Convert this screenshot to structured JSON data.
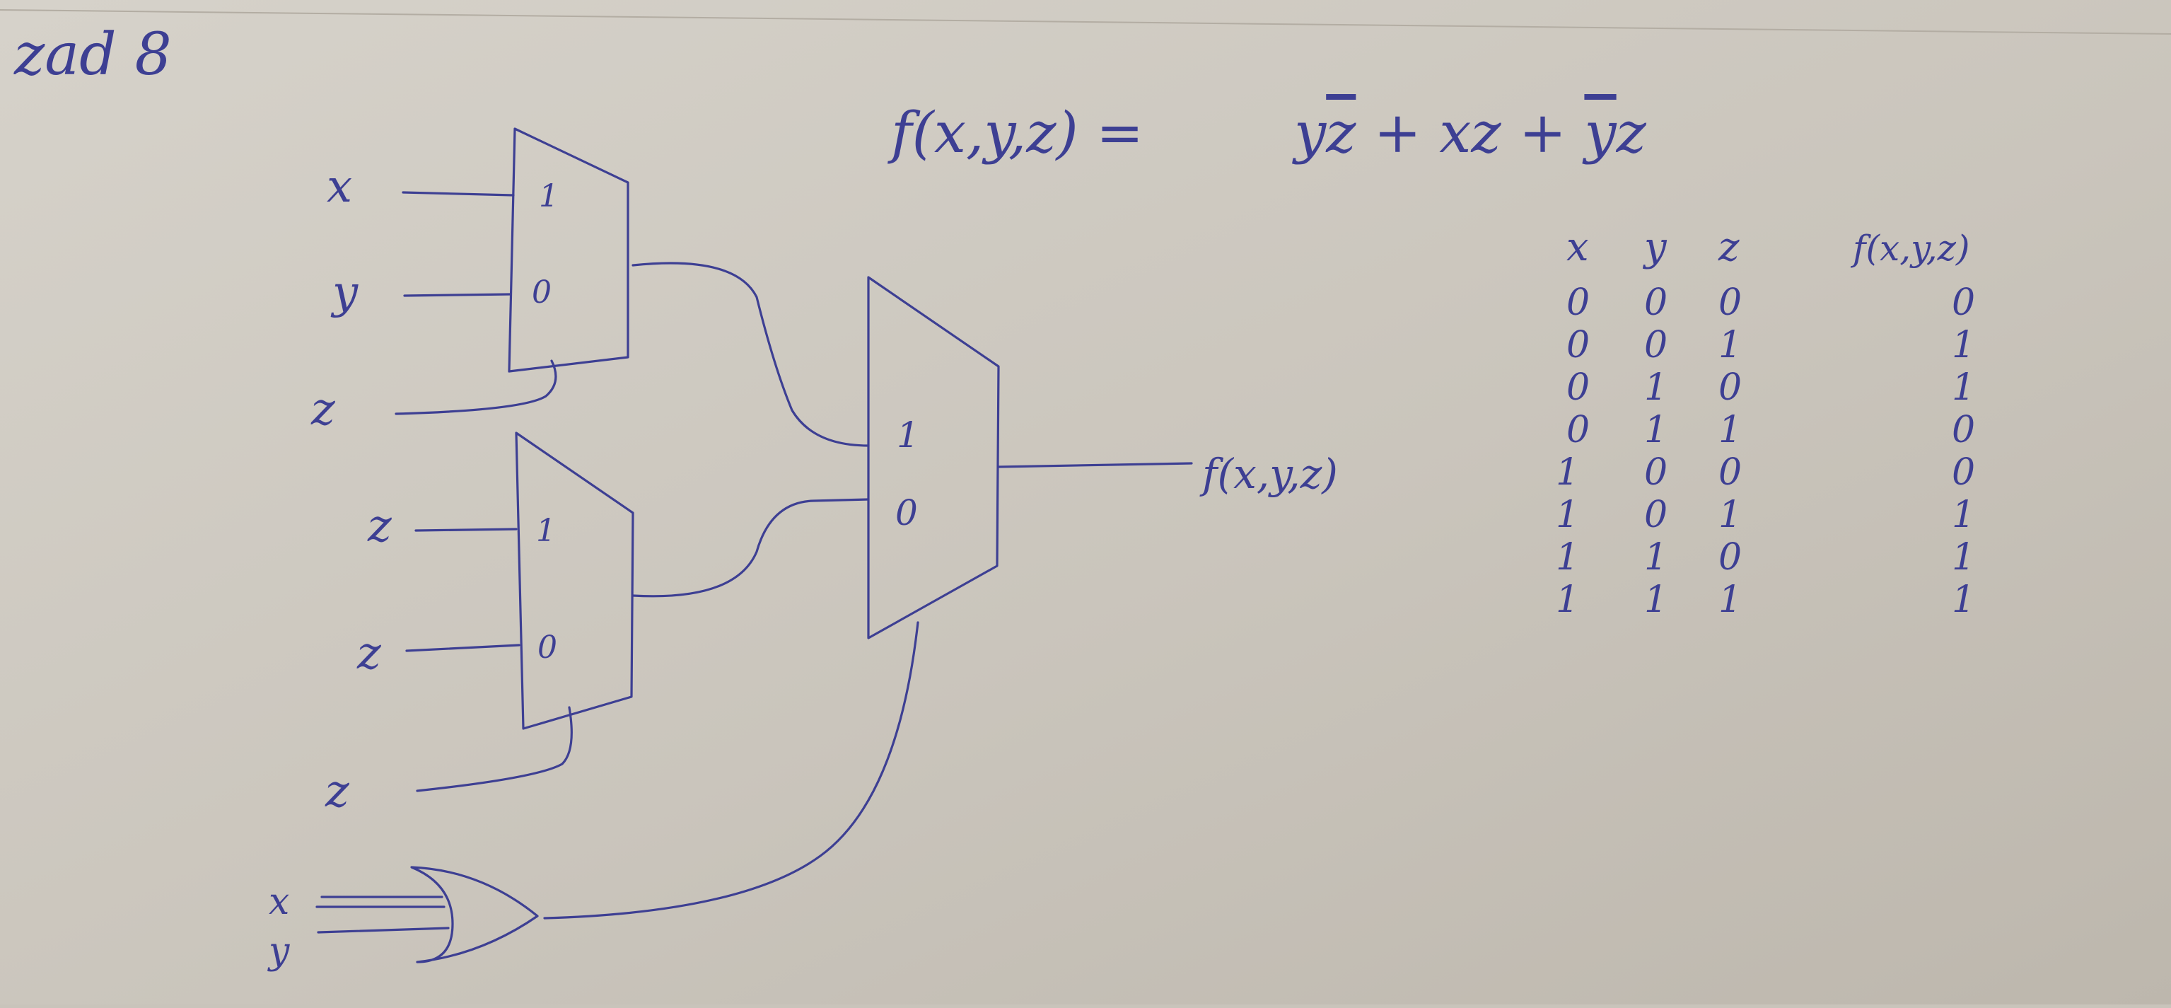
{
  "heading": "zad 8",
  "equation": {
    "lhs": "f(x,y,z) =",
    "terms": [
      {
        "var": "y",
        "bar": false
      },
      {
        "var": "z",
        "bar": true
      },
      {
        "var": " + x",
        "bar": false
      },
      {
        "var": "z",
        "bar": false
      },
      {
        "var": " + ",
        "bar": false
      },
      {
        "var": "y",
        "bar": true
      },
      {
        "var": "z",
        "bar": false
      }
    ]
  },
  "truth_table": {
    "headers": [
      "x",
      "y",
      "z",
      "f(x,y,z)"
    ],
    "rows": [
      [
        "0",
        "0",
        "0",
        "0"
      ],
      [
        "0",
        "0",
        "1",
        "1"
      ],
      [
        "0",
        "1",
        "0",
        "1"
      ],
      [
        "0",
        "1",
        "1",
        "0"
      ],
      [
        "1",
        "0",
        "0",
        "0"
      ],
      [
        "1",
        "0",
        "1",
        "1"
      ],
      [
        "1",
        "1",
        "0",
        "1"
      ],
      [
        "1",
        "1",
        "1",
        "1"
      ]
    ]
  },
  "circuit": {
    "mux_top": {
      "in1": "x",
      "in0": "y",
      "sel": "z",
      "label1": "1",
      "label0": "0"
    },
    "mux_bottom": {
      "in1": "z",
      "in0": "z",
      "sel": "z",
      "label1": "1",
      "label0": "0"
    },
    "mux_main": {
      "label1": "1",
      "label0": "0",
      "output": "f(x,y,z)"
    },
    "or_gate": {
      "inputs": [
        "x",
        "y"
      ]
    }
  },
  "colors": {
    "ink": "#3d3f93",
    "paper": "#c9c4bb"
  }
}
